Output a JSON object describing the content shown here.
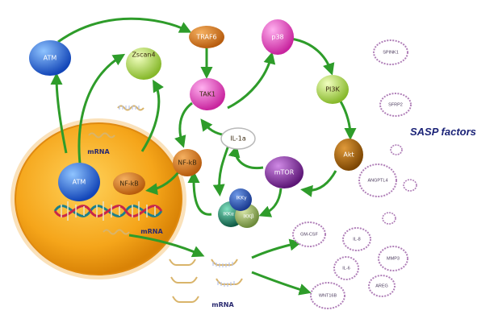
{
  "title": "SASP factors",
  "nodes": {
    "atm_top": "ATM",
    "zscan4": "Zscan4",
    "traf6": "TRAF6",
    "p38": "p38",
    "tak1": "TAK1",
    "pi3k": "PI3K",
    "il1a": "IL-1a",
    "akt": "Akt",
    "nfkb_out": "NF-kB",
    "mtor": "mTOR",
    "ikkg": "IKKγ",
    "ikka": "IKKα",
    "ikkb": "IKKβ",
    "atm_nuc": "ATM",
    "nfkb_nuc": "NF-kB"
  },
  "mrna_labels": {
    "nucleus": "mRNA",
    "middle": "mRNA",
    "bottom": "mRNA"
  },
  "sasp_factors": [
    "SPINK1",
    "SFRP2",
    "ANGPTL4",
    "GM-CSF",
    "IL-8",
    "MMP3",
    "IL-6",
    "AREG",
    "WNT16B"
  ],
  "colors": {
    "nucleus": "#f2a012",
    "atm": "#1f63d6",
    "zscan4": "#b7da52",
    "traf6": "#d57b1a",
    "p38": "#e14ac6",
    "tak1": "#ea4fd0",
    "pi3k": "#a8d64c",
    "il1a": "#ffffff",
    "akt": "#b26a06",
    "nfkb": "#c8661a",
    "mtor": "#8b2fa3",
    "ikk": "#1e8a6c",
    "arrow": "#2e9c2a",
    "sasp": "#b07fb8"
  }
}
